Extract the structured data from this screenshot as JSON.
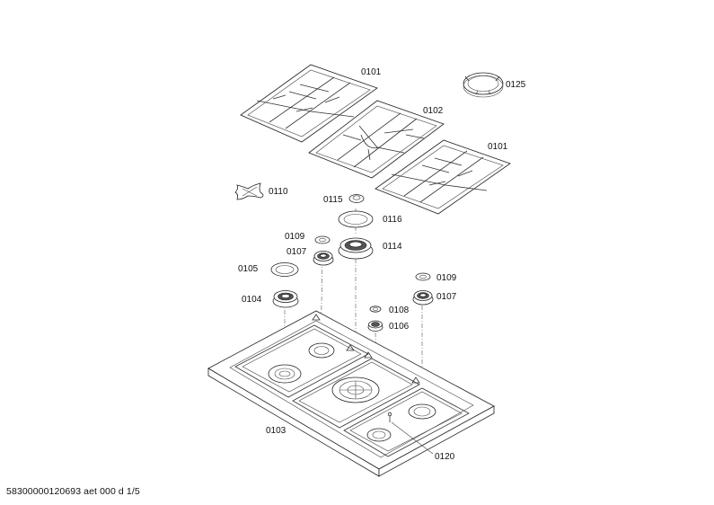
{
  "labels": {
    "grate_left": "0101",
    "grate_center": "0102",
    "grate_right": "0101",
    "wok_ring": "0125",
    "simmer_aid": "0110",
    "cap_0115": "0115",
    "ring_0116": "0116",
    "cap_0109_left": "0109",
    "burner_0114": "0114",
    "burner_0107_left": "0107",
    "cap_0105": "0105",
    "burner_0104": "0104",
    "cap_0109_right": "0109",
    "burner_0107_right": "0107",
    "cap_0108": "0108",
    "burner_0106": "0106",
    "hob_tray": "0103",
    "screw_0120": "0120"
  },
  "footer": "58300000120693 aet 000 d 1/5"
}
